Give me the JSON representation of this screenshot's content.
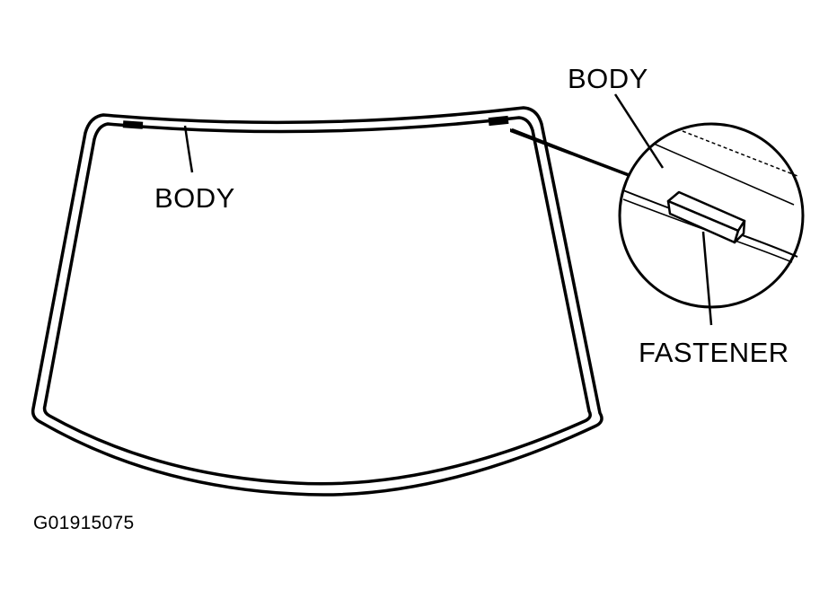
{
  "labels": {
    "body_left": "BODY",
    "body_right": "BODY",
    "fastener": "FASTENER"
  },
  "figure_id": "G01915075",
  "colors": {
    "line": "#000000",
    "background": "#ffffff"
  }
}
